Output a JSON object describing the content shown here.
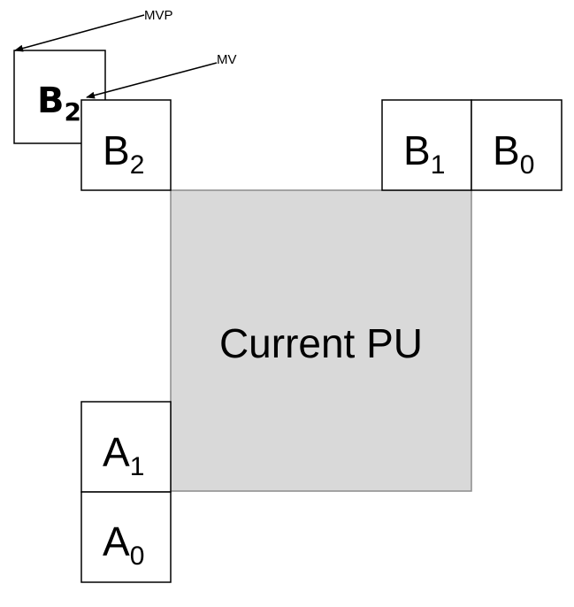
{
  "current_pu": {
    "label": "Current PU"
  },
  "blocks": {
    "b2": {
      "letter": "B",
      "sub": "2"
    },
    "b1": {
      "letter": "B",
      "sub": "1"
    },
    "b0": {
      "letter": "B",
      "sub": "0"
    },
    "a1": {
      "letter": "A",
      "sub": "1"
    },
    "a0": {
      "letter": "A",
      "sub": "0"
    }
  },
  "reference_block": {
    "letter": "B",
    "sub": "2"
  },
  "arrows": {
    "mvp": {
      "label": "MVP"
    },
    "mv": {
      "label": "MV"
    }
  },
  "colors": {
    "current_pu_fill": "#d9d9d9",
    "current_pu_stroke": "#8c8c8c",
    "block_stroke": "#000000"
  }
}
